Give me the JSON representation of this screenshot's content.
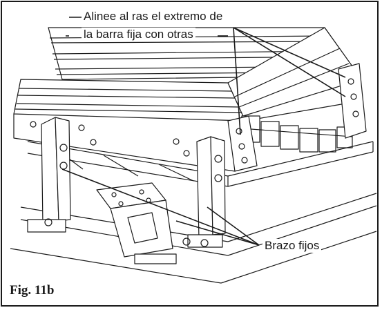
{
  "figure": {
    "caption": "Fig. 11b",
    "callouts": {
      "align_line1": "Alinee al ras el extremo de",
      "align_line2": "la barra fija con otras",
      "fixed_arms": "Brazo fijos"
    }
  },
  "colors": {
    "line": "#1a1a1a",
    "paper": "#ffffff"
  }
}
